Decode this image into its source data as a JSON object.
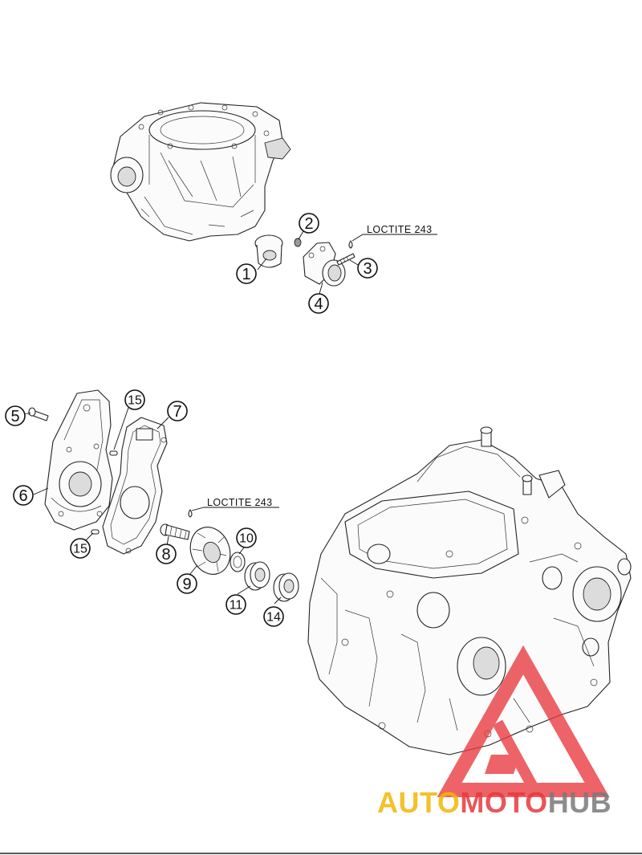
{
  "callouts": [
    {
      "id": "c1",
      "label": "1"
    },
    {
      "id": "c2",
      "label": "2"
    },
    {
      "id": "c3",
      "label": "3"
    },
    {
      "id": "c4",
      "label": "4"
    },
    {
      "id": "c5",
      "label": "5"
    },
    {
      "id": "c6",
      "label": "6"
    },
    {
      "id": "c7",
      "label": "7"
    },
    {
      "id": "c8",
      "label": "8"
    },
    {
      "id": "c9",
      "label": "9"
    },
    {
      "id": "c10",
      "label": "10"
    },
    {
      "id": "c11",
      "label": "11"
    },
    {
      "id": "c14",
      "label": "14"
    },
    {
      "id": "c15a",
      "label": "15"
    },
    {
      "id": "c15b",
      "label": "15"
    }
  ],
  "notes": {
    "top": "LOCTITE 243",
    "middle": "LOCTITE 243"
  },
  "watermark": {
    "part1": "AUTO",
    "part2": "MOTO",
    "part3": "HUB",
    "color1": "#F2B705",
    "color2": "#E8383D",
    "color3": "#7A7A7A"
  }
}
